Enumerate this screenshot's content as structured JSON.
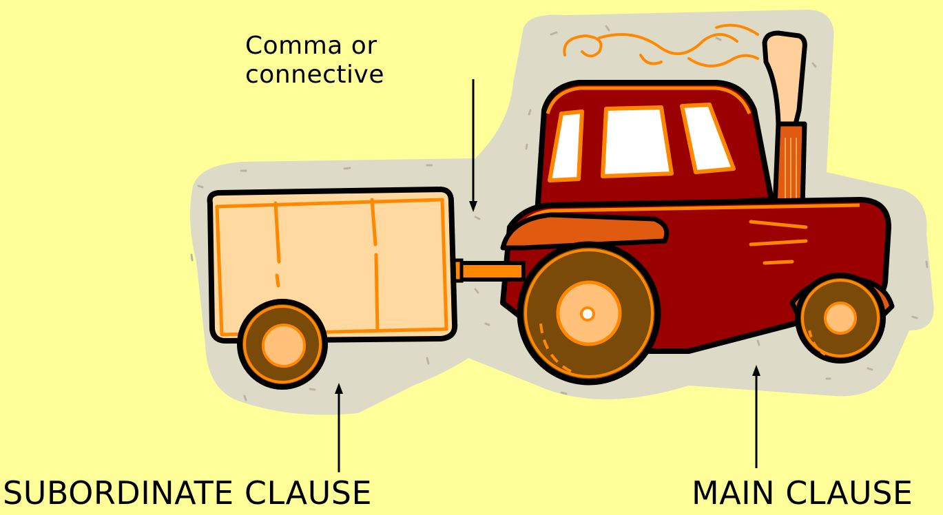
{
  "background_color": "#ffff99",
  "labels": {
    "connective_line1": "Comma or",
    "connective_line2": "connective",
    "subordinate": "SUBORDINATE CLAUSE",
    "main": "MAIN CLAUSE"
  },
  "illustration": {
    "name": "tractor-with-trailer",
    "colors": {
      "shadow": "#dddbc8",
      "tractor_body": "#9b0000",
      "trim": "#ff8800",
      "outline": "#000000",
      "wheel": "#7a4a08",
      "hub": "#ffc07a",
      "trailer": "#ffd9a0",
      "window": "#ffffff",
      "fender": "#e05a10"
    }
  }
}
